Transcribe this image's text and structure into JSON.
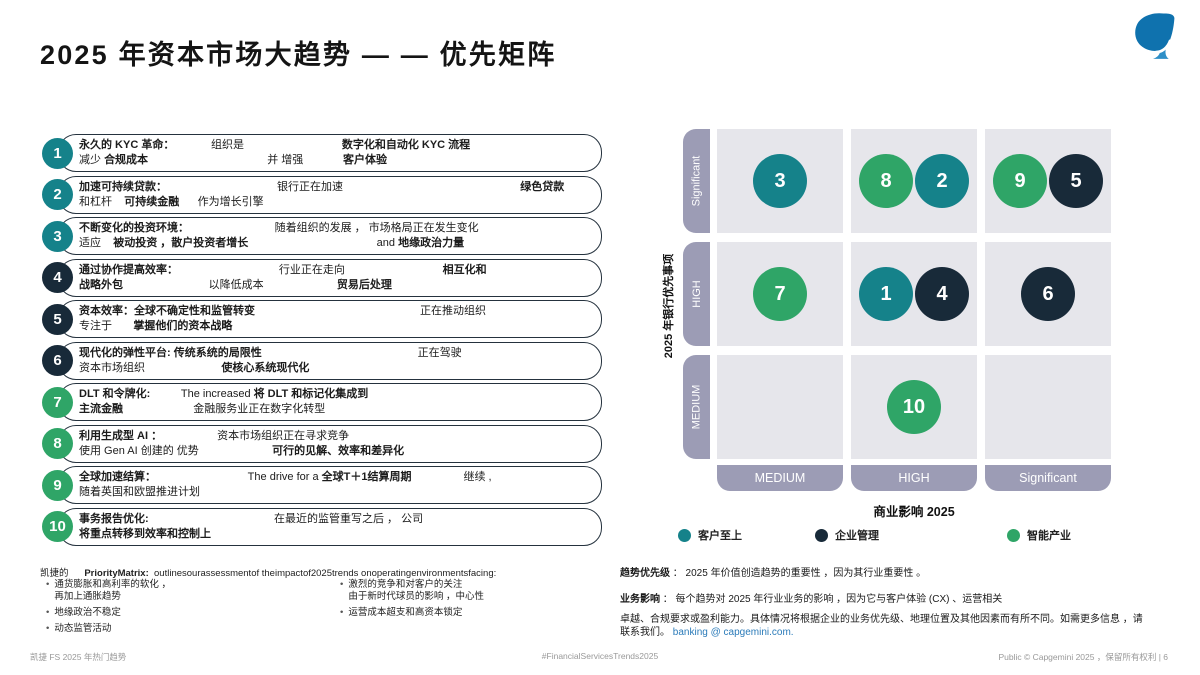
{
  "title": "2025 年资本市场大趋势 — — 优先矩阵",
  "colors": {
    "teal": "#15828A",
    "dark": "#182A39",
    "green": "#2FA567",
    "logo_blue": "#0F72AE",
    "logo_light_blue": "#2E8FC7",
    "link": "#2B7BB9"
  },
  "trends": [
    {
      "num": "1",
      "color": "teal",
      "lines": [
        [
          {
            "t": "永久的 KYC 革命：",
            "b": true
          },
          {
            "t": "            组织是",
            "b": false
          },
          {
            "t": "                                数字化和自动化 KYC 流程",
            "b": true
          }
        ],
        [
          {
            "t": "减少 ",
            "b": false
          },
          {
            "t": "合规成本",
            "b": true
          },
          {
            "t": "                                       并 增强",
            "b": false
          },
          {
            "t": "             客户体验",
            "b": true
          }
        ]
      ]
    },
    {
      "num": "2",
      "color": "teal",
      "lines": [
        [
          {
            "t": "加速可持续贷款：",
            "b": true
          },
          {
            "t": "                                    银行正在加速",
            "b": false
          },
          {
            "t": "                                                          绿色贷款",
            "b": true
          }
        ],
        [
          {
            "t": "和杠杆    ",
            "b": false
          },
          {
            "t": "可持续金融",
            "b": true
          },
          {
            "t": "      作为增长引擎",
            "b": false
          }
        ]
      ]
    },
    {
      "num": "3",
      "color": "teal",
      "lines": [
        [
          {
            "t": "不断变化的投资环境：",
            "b": true
          },
          {
            "t": "                            随着组织的发展 ， 市场格局正在发生变化",
            "b": false
          }
        ],
        [
          {
            "t": "适应    ",
            "b": false
          },
          {
            "t": "被动投资 ，散户投资者增长",
            "b": true
          },
          {
            "t": "                                          and ",
            "b": false
          },
          {
            "t": "地缘政治力量",
            "b": true
          }
        ]
      ]
    },
    {
      "num": "4",
      "color": "dark",
      "lines": [
        [
          {
            "t": "通过协作提高效率：",
            "b": true
          },
          {
            "t": "                                 行业正在走向",
            "b": false
          },
          {
            "t": "                                相互化和",
            "b": true
          }
        ],
        [
          {
            "t": "战略外包",
            "b": true
          },
          {
            "t": "                            以降低成本",
            "b": false
          },
          {
            "t": "                        贸易后处理",
            "b": true
          }
        ]
      ]
    },
    {
      "num": "5",
      "color": "dark",
      "lines": [
        [
          {
            "t": "资本效率：全球不确定性和监管转变",
            "b": true
          },
          {
            "t": "                                                      正在推动组织",
            "b": false
          }
        ],
        [
          {
            "t": "专注于       ",
            "b": false
          },
          {
            "t": "掌握他们的资本战略",
            "b": true
          }
        ]
      ]
    },
    {
      "num": "6",
      "color": "dark",
      "lines": [
        [
          {
            "t": "现代化的弹性平台: 传统系统的局限性",
            "b": true
          },
          {
            "t": "                                                   正在驾驶",
            "b": false
          }
        ],
        [
          {
            "t": "资本市场组织",
            "b": false
          },
          {
            "t": "                         使核心系统现代化",
            "b": true
          }
        ]
      ]
    },
    {
      "num": "7",
      "color": "green",
      "lines": [
        [
          {
            "t": "DLT 和令牌化:",
            "b": true
          },
          {
            "t": "          The increased ",
            "b": false
          },
          {
            "t": "将 DLT 和标记化集成到",
            "b": true
          }
        ],
        [
          {
            "t": "主流金融",
            "b": true
          },
          {
            "t": "                       金融服务业正在数字化转型",
            "b": false
          }
        ]
      ]
    },
    {
      "num": "8",
      "color": "green",
      "lines": [
        [
          {
            "t": "利用生成型 AI ：",
            "b": true
          },
          {
            "t": "                  资本市场组织正在寻求竞争",
            "b": false
          }
        ],
        [
          {
            "t": "使用 Gen AI 创建的 优势",
            "b": false
          },
          {
            "t": "                        可行的见解、效率和差异化",
            "b": true
          }
        ]
      ]
    },
    {
      "num": "9",
      "color": "green",
      "lines": [
        [
          {
            "t": "全球加速结算：",
            "b": true
          },
          {
            "t": "                              The drive for a ",
            "b": false
          },
          {
            "t": "全球T＋1结算周期",
            "b": true
          },
          {
            "t": "                 继续 ,",
            "b": false
          }
        ],
        [
          {
            "t": "随着英国和欧盟推进计划",
            "b": false
          }
        ]
      ]
    },
    {
      "num": "10",
      "color": "green",
      "lines": [
        [
          {
            "t": "事务报告优化:",
            "b": true
          },
          {
            "t": "                                         在最近的监管重写之后 ， 公司",
            "b": false
          }
        ],
        [
          {
            "t": "将重点转移到效率和控制上",
            "b": true
          }
        ]
      ]
    }
  ],
  "matrix": {
    "y_title": "2025 年银行优先事项",
    "x_title": "商业影响 2025",
    "row_labels": [
      "Significant",
      "HIGH",
      "MEDIUM"
    ],
    "col_labels": [
      "MEDIUM",
      "HIGH",
      "Significant"
    ],
    "cells": [
      [
        [
          {
            "n": "3",
            "c": "teal"
          }
        ],
        [
          {
            "n": "8",
            "c": "green"
          },
          {
            "n": "2",
            "c": "teal"
          }
        ],
        [
          {
            "n": "9",
            "c": "green"
          },
          {
            "n": "5",
            "c": "dark"
          }
        ]
      ],
      [
        [
          {
            "n": "7",
            "c": "green"
          }
        ],
        [
          {
            "n": "1",
            "c": "teal"
          },
          {
            "n": "4",
            "c": "dark"
          }
        ],
        [
          {
            "n": "6",
            "c": "dark"
          }
        ]
      ],
      [
        [],
        [
          {
            "n": "10",
            "c": "green"
          }
        ],
        []
      ]
    ]
  },
  "legend": [
    {
      "label": "客户至上",
      "color": "teal"
    },
    {
      "label": "企业管理",
      "color": "dark"
    },
    {
      "label": "智能产业",
      "color": "green"
    }
  ],
  "footnote_left": {
    "prefix": "凯捷的      ",
    "bold": "PriorityMatrix:",
    "suffix": "  outlinesourassessmentof theimpactof2025trends onoperatingenvironmentsfacing:",
    "left_bullets": [
      "通货膨胀和高利率的软化 ，\n再加上通胀趋势",
      "地缘政治不稳定",
      "动态监管活动"
    ],
    "right_bullets": [
      "激烈的竞争和对客户的关注\n由于新时代球员的影响 ，中心性",
      "运营成本超支和高资本锁定"
    ]
  },
  "footnote_right": {
    "l1_label": "趋势优先级",
    "l1_text": " ： 2025 年价值创造趋势的重要性 ，因为其行业重要性 。",
    "l2_label": "业务影响",
    "l2_text": " ： 每个趋势对 2025 年行业业务的影响 ，因为它与客户体验 (CX) 、运营相关",
    "l3_line1": "卓越、合规要求或盈利能力。具体情况将根据企业的业务优先级、地理位置及其他因素而有所不同。如需更多信息 ，请",
    "l3_line2": "联系我们。 ",
    "l3_link": "banking @ capgemini.com."
  },
  "footer": {
    "left": "凯捷 FS 2025 年热门趋势",
    "center": "#FinancialServicesTrends2025",
    "right": "Public © Capgemini 2025 ，保留所有权利 | 6"
  }
}
